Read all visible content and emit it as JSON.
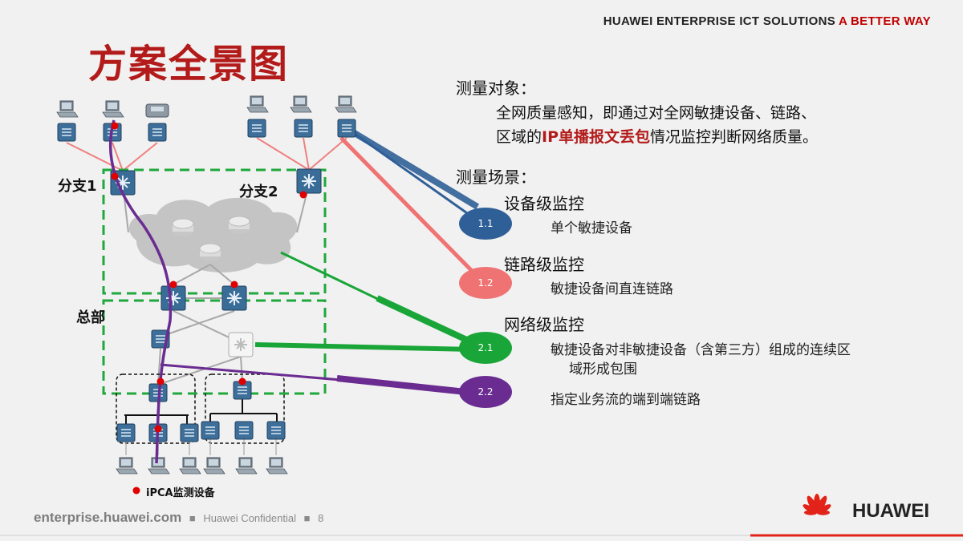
{
  "header": {
    "tagline": "HUAWEI ENTERPRISE ICT SOLUTIONS",
    "tagline_accent": "A BETTER WAY"
  },
  "title": "方案全景图",
  "measure_object": {
    "heading": "测量对象：",
    "line1": "全网质量感知，即通过对全网敏捷设备、链路、",
    "line2_pre": "区域的",
    "line2_highlight": "IP单播报文丢包",
    "line2_post": "情况监控判断网络质量。"
  },
  "measure_scene": {
    "heading": "测量场景：",
    "device_level": "设备级监控",
    "link_level": "链路级监控",
    "network_level": "网络级监控",
    "items": [
      {
        "id": "1.1",
        "desc": "单个敏捷设备",
        "color": "#2f5f97"
      },
      {
        "id": "1.2",
        "desc": "敏捷设备间直连链路",
        "color": "#f07373"
      },
      {
        "id": "2.1",
        "desc_line1": "敏捷设备对非敏捷设备（含第三方）组成的连续区",
        "desc_line2": "域形成包围",
        "color": "#19a538"
      },
      {
        "id": "2.2",
        "desc": "指定业务流的端到端链路",
        "color": "#6a2c91"
      }
    ]
  },
  "diagram": {
    "branch1": "分支1",
    "branch2": "分支2",
    "hq": "总部",
    "legend": "iPCA监测设备",
    "legend_color": "#e00000",
    "dashed_green": "#1fa83c"
  },
  "footer": {
    "site": "enterprise.huawei.com",
    "confidential": "Huawei Confidential",
    "page": "8",
    "brand": "HUAWEI",
    "brand_color": "#e2231a"
  }
}
